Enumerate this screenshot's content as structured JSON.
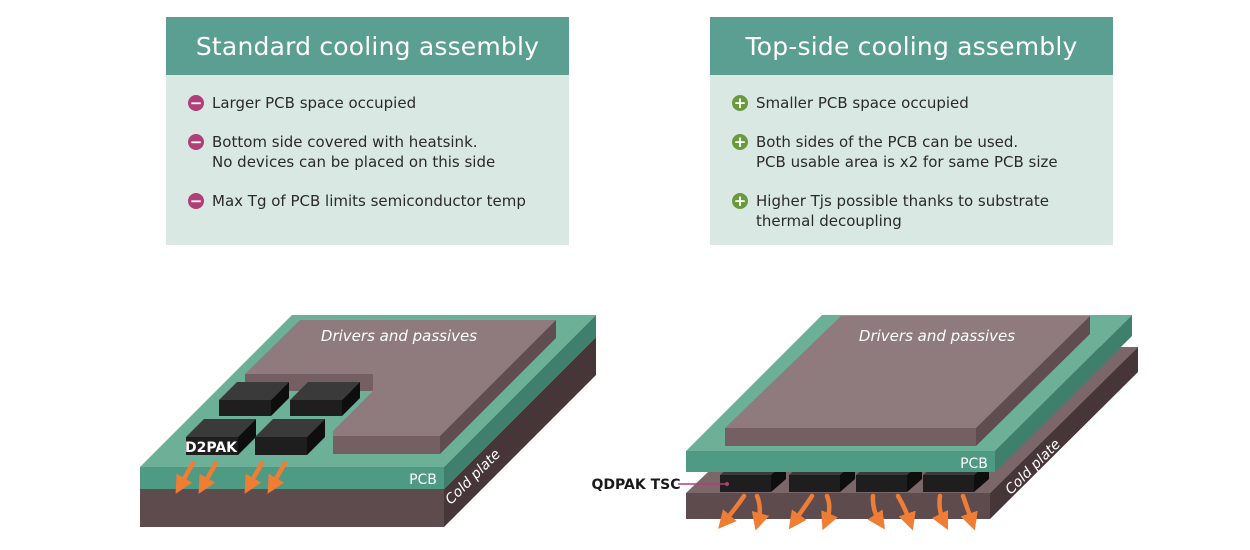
{
  "colors": {
    "header": "#5a9f91",
    "panel": "#dae8e3",
    "minus_bullet": "#b13f77",
    "plus_bullet": "#6a9a3e",
    "pcb": "#4f9a83",
    "cold_plate": "#5e4b4e",
    "drivers": "#8f7b7d",
    "device": "#1e1e1e",
    "arrow": "#f07d34"
  },
  "standard": {
    "title": "Standard cooling assembly",
    "bullet_icon": "minus-icon",
    "items": [
      {
        "lines": [
          "Larger PCB space occupied"
        ]
      },
      {
        "lines": [
          "Bottom side covered with heatsink.",
          "No devices can be placed on this side"
        ]
      },
      {
        "lines": [
          "Max Tg of PCB limits semiconductor temp"
        ]
      }
    ]
  },
  "topside": {
    "title": "Top-side cooling assembly",
    "bullet_icon": "plus-icon",
    "items": [
      {
        "lines": [
          "Smaller PCB space occupied"
        ]
      },
      {
        "lines": [
          "Both sides of the PCB can be used.",
          "PCB usable area is x2 for same PCB size"
        ]
      },
      {
        "lines": [
          "Higher Tjs possible thanks to substrate",
          "thermal decoupling"
        ]
      }
    ]
  },
  "diagram_left": {
    "drivers_label": "Drivers and passives",
    "device_label": "D2PAK",
    "pcb_label": "PCB",
    "cold_plate_label": "Cold plate"
  },
  "diagram_right": {
    "drivers_label": "Drivers and passives",
    "device_label": "QDPAK TSC",
    "pcb_label": "PCB",
    "cold_plate_label": "Cold plate"
  }
}
